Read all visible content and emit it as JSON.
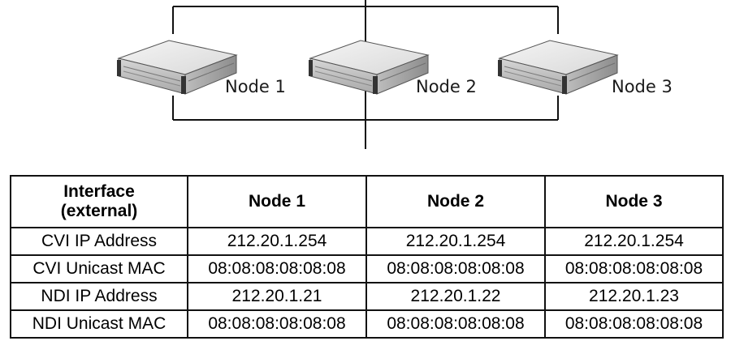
{
  "diagram": {
    "nodes": [
      {
        "label": "Node 1"
      },
      {
        "label": "Node 2"
      },
      {
        "label": "Node 3"
      }
    ]
  },
  "table": {
    "headers": [
      "Interface\n(external)",
      "Node 1",
      "Node 2",
      "Node 3"
    ],
    "rows": [
      [
        "CVI IP Address",
        "212.20.1.254",
        "212.20.1.254",
        "212.20.1.254"
      ],
      [
        "CVI Unicast MAC",
        "08:08:08:08:08:08",
        "08:08:08:08:08:08",
        "08:08:08:08:08:08"
      ],
      [
        "NDI IP Address",
        "212.20.1.21",
        "212.20.1.22",
        "212.20.1.23"
      ],
      [
        "NDI Unicast MAC",
        "08:08:08:08:08:08",
        "08:08:08:08:08:08",
        "08:08:08:08:08:08"
      ]
    ]
  },
  "colors": {
    "line": "#111111",
    "server_top": "#e8e8e8",
    "server_front": "#cfcfcf",
    "server_side": "#9a9a9a"
  }
}
